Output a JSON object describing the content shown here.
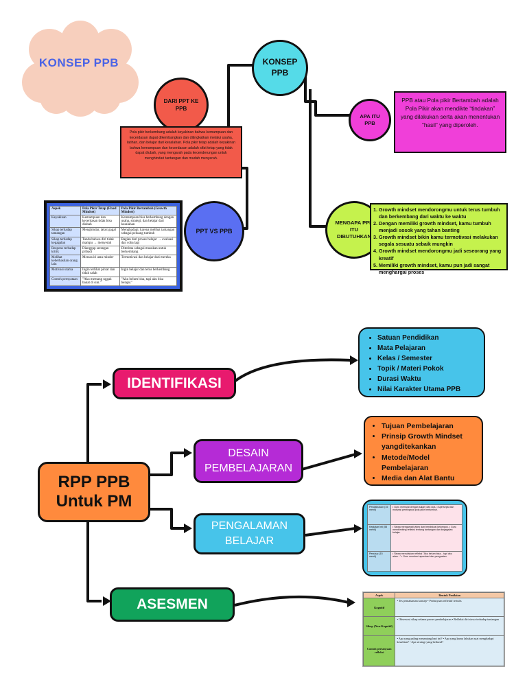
{
  "concept": {
    "cloud_title": "KONSEP PPB",
    "center": "KONSEP\nPPB",
    "dari": "DARI PPT KE\nPPB",
    "dari_desc": "Pola pikir berkembang adalah keyakinan bahwa kemampuan dan kecerdasan dapat dikembangkan dan ditingkatkan melalui usaha, latihan, dan belajar dari kesalahan. Pola pikir tetap adalah keyakinan bahwa kemampuan dan kecerdasan adalah sifat tetap yang tidak dapat diubah, yang mengarah pada kecenderungan untuk menghindari tantangan dan mudah menyerah.",
    "apa": "APA ITU\nPPB",
    "apa_desc": "PPB atau Pola pikir Bertambah adalah Pola Pikir akan mendikte “tindakan” yang dilakukan serta akan menentukan “hasil” yang diperoleh.",
    "vs": "PPT VS PPB",
    "mengapa": "MENGAPA PPB\nITU\nDIBUTUHKAN",
    "mengapa_items": [
      "Growth mindset mendorongmu untuk terus tumbuh dan berkembang dari waktu ke waktu",
      "Dengan memiliki growth mindset, kamu tumbuh menjadi sosok yang tahan banting",
      "Growth mindset bikin kamu termotivasi melakukan segala sesuatu sebaik mungkin",
      "Growth mindset mendorongmu jadi seseorang yang kreatif",
      "Memiliki growth mindset, kamu pun jadi sangat menghargai proses"
    ],
    "vs_table": {
      "headers": [
        "Aspek",
        "Pola Pikir Tetap (Fixed Mindset)",
        "Pola Pikir Bertambah (Growth Mindset)"
      ],
      "rows": [
        [
          "Keyakinan",
          "Kemampuan dan kecerdasan tidak bisa diubah",
          "Kemampuan bisa berkembang dengan usaha, strategi, dan belajar dari kesalahan"
        ],
        [
          "Sikap terhadap tantangan",
          "Menghindar, takut gagal",
          "Menghadapi, karena melihat tantangan sebagai peluang tumbuh"
        ],
        [
          "Sikap terhadap kegagalan",
          "Tanda bahwa diri tidak mampu → menyerah",
          "Bagian dari proses belajar → evaluasi dan coba lagi"
        ],
        [
          "Respons terhadap kritik",
          "Dianggap serangan pribadi",
          "Diterima sebagai masukan untuk berkembang"
        ],
        [
          "Melihat keberhasilan orang lain",
          "Merasa iri atau minder",
          "Termotivasi dan belajar dari mereka"
        ],
        [
          "Motivasi utama",
          "Ingin terlihat pintar dan tidak salah",
          "Ingin belajar dan terus berkembang"
        ],
        [
          "Contoh pernyataan",
          "\"Aku memang nggak bakat di sini.\"",
          "\"Aku belum bisa, tapi aku bisa belajar.\""
        ]
      ]
    }
  },
  "rpp": {
    "title": "RPP PPB\nUntuk PM",
    "identifikasi": "IDENTIFIKASI",
    "identifikasi_items": [
      "Satuan Pendidikan",
      "Mata Pelajaran",
      "Kelas / Semester",
      "Topik / Materi Pokok",
      "Durasi Waktu",
      "Nilai Karakter Utama PPB"
    ],
    "desain": "DESAIN\nPEMBELAJARAN",
    "desain_items": [
      "Tujuan Pembelajaran",
      "Prinsip Growth Mindset yangditekankan",
      "Metode/Model Pembelajaran",
      "Media dan Alat Bantu"
    ],
    "pengalaman": "PENGALAMAN\nBELAJAR",
    "pengalaman_rows": [
      [
        "Pendahuluan (15 menit)",
        "• Guru memulai dengan salam dan doa. • Apersepsi dan motivasi pentingnya pola pikir bertumbuh."
      ],
      [
        "Kegiatan Inti (55 menit)",
        "• Siswa mengamati video dan berdiskusi kelompok. • Guru membimbing refleksi tentang tantangan dan kegagalan belajar."
      ],
      [
        "Penutup (15 menit)",
        "• Siswa menuliskan refleksi \"Aku belum bisa... tapi aku akan...\" • Guru memberi apresiasi dan penguatan."
      ]
    ],
    "asesmen": "ASESMEN",
    "asesmen_table": {
      "headers": [
        "Aspek",
        "Bentuk Penilaian"
      ],
      "rows": [
        [
          "Kognitif",
          "• Tes pemahaman konsep • Pertanyaan reflektif tertulis"
        ],
        [
          "Sikap (Non-Kognitif)",
          "• Observasi sikap selama proses pembelajaran • Refleksi diri siswa terhadap tantangan"
        ],
        [
          "Contoh pertanyaan refleksi",
          "• Apa yang paling menantang hari ini? • Apa yang kamu lakukan saat menghadapi kesulitan? • Apa strategi yang berhasil?"
        ]
      ]
    }
  },
  "colors": {
    "blue": "#4a63e6",
    "cyan": "#55dbe8",
    "red": "#f25a4a",
    "magenta": "#f03fd9",
    "lime": "#c5f24d",
    "peach": "#f7cfbd",
    "orange": "#ff8a3d",
    "teal": "#47c4ea",
    "green": "#11a35b",
    "purple": "#b52bd6",
    "pink": "#e81a6e"
  }
}
